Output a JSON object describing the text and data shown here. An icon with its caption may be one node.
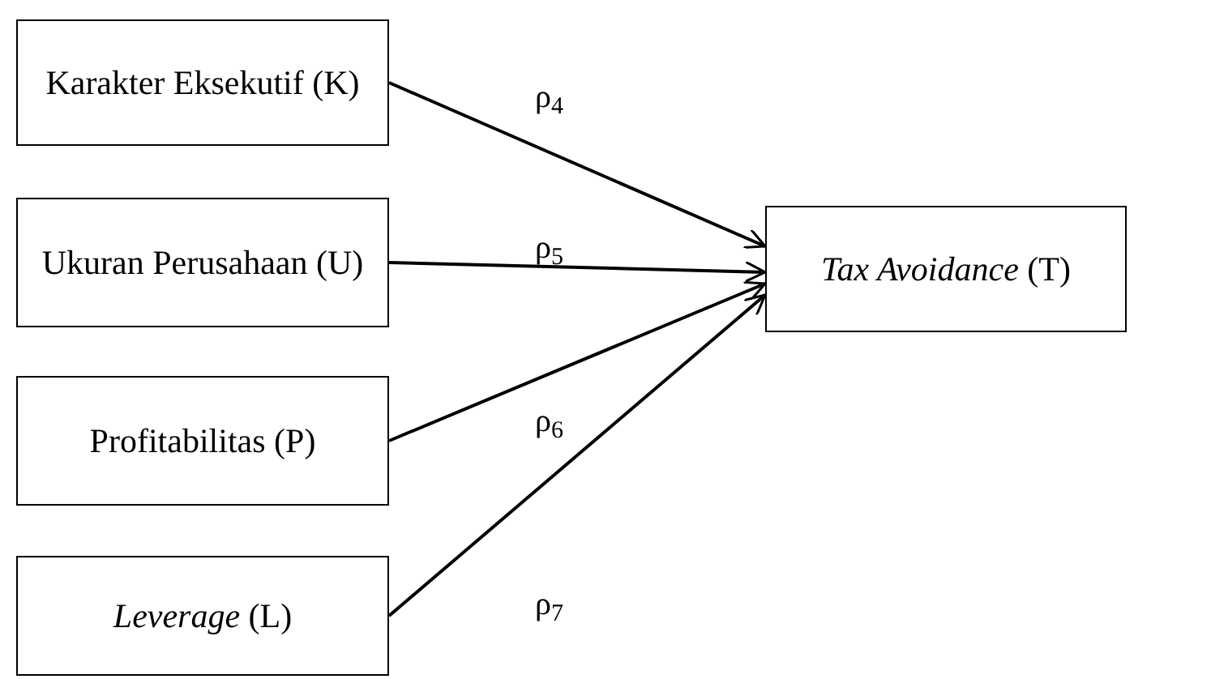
{
  "diagram": {
    "nodes": [
      {
        "text": [
          "Karakter Eksekutif (K)"
        ]
      },
      {
        "text": [
          "Ukuran Perusahaan (U)"
        ]
      },
      {
        "text": [
          "Profitabilitas (P)"
        ]
      },
      {
        "text": [
          "*Leverage* (L)"
        ]
      },
      {
        "text": [
          "*Tax Avoidance* (T)"
        ]
      }
    ],
    "edges": [
      {
        "from": 0,
        "to": 4,
        "arrow": "to",
        "label": "ρ$_{4}$"
      },
      {
        "from": 1,
        "to": 4,
        "arrow": "to",
        "label": "ρ$_{5}$"
      },
      {
        "from": 2,
        "to": 4,
        "arrow": "to",
        "label": "ρ$_{6}$"
      },
      {
        "from": 3,
        "to": 4,
        "arrow": "to",
        "label": "ρ$_{7}$"
      }
    ]
  }
}
